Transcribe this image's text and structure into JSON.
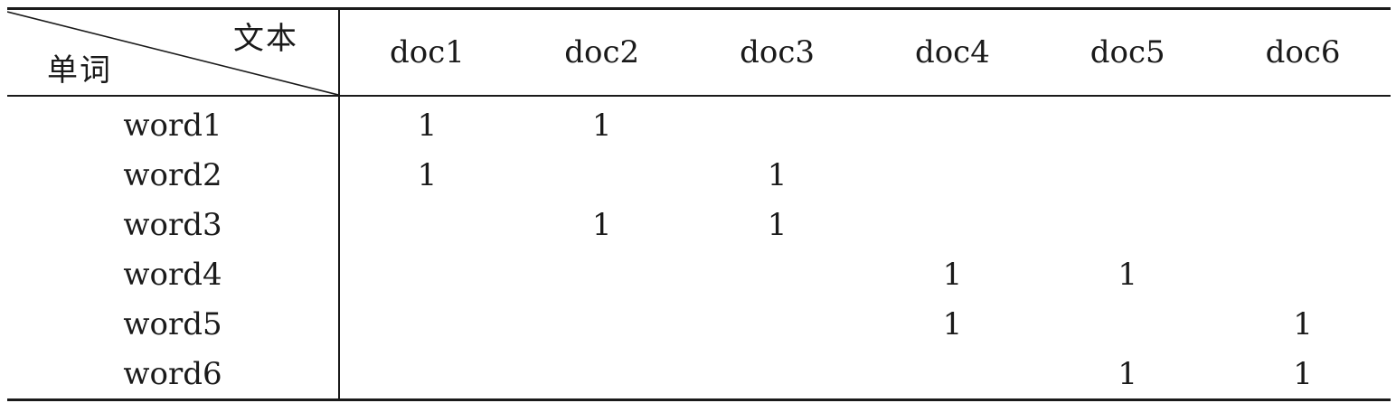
{
  "header": {
    "corner_top": "文本",
    "corner_bottom": "单词",
    "columns": [
      "doc1",
      "doc2",
      "doc3",
      "doc4",
      "doc5",
      "doc6"
    ]
  },
  "rows": [
    {
      "label": "word1",
      "cells": [
        "1",
        "1",
        "",
        "",
        "",
        ""
      ]
    },
    {
      "label": "word2",
      "cells": [
        "1",
        "",
        "1",
        "",
        "",
        ""
      ]
    },
    {
      "label": "word3",
      "cells": [
        "",
        "1",
        "1",
        "",
        "",
        ""
      ]
    },
    {
      "label": "word4",
      "cells": [
        "",
        "",
        "",
        "1",
        "1",
        ""
      ]
    },
    {
      "label": "word5",
      "cells": [
        "",
        "",
        "",
        "1",
        "",
        "1"
      ]
    },
    {
      "label": "word6",
      "cells": [
        "",
        "",
        "",
        "",
        "1",
        "1"
      ]
    }
  ]
}
